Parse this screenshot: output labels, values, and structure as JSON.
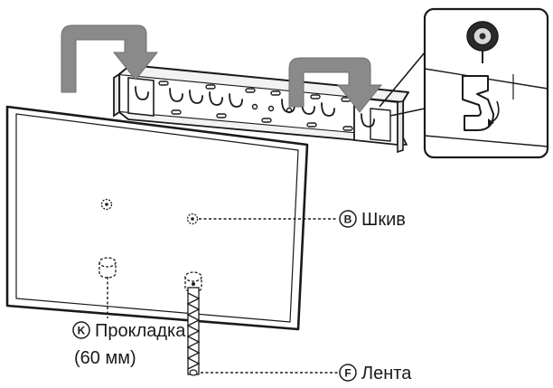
{
  "labels": {
    "pulley": {
      "letter": "B",
      "text": "Шкив"
    },
    "spacer": {
      "letter": "K",
      "text": "Прокладка",
      "subtext": "(60 мм)"
    },
    "strap": {
      "letter": "F",
      "text": "Лента"
    }
  }
}
